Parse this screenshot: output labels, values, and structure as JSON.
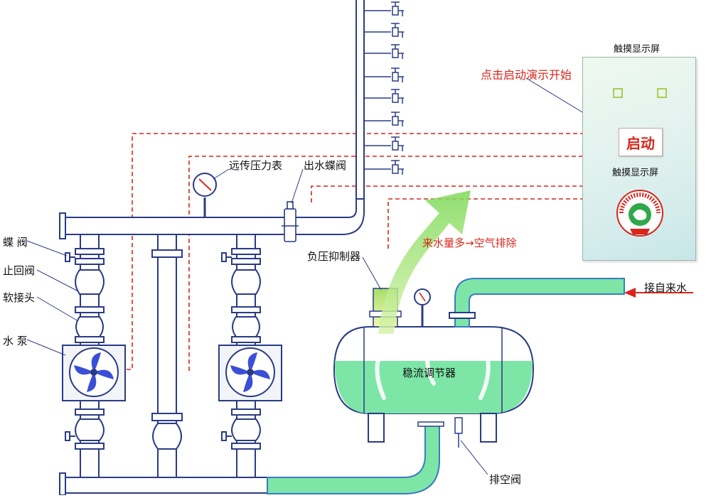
{
  "labels": {
    "butterfly_valve": "蝶  阀",
    "check_valve": "止回阀",
    "soft_joint": "软接头",
    "water_pump": "水  泵",
    "remote_gauge": "远传压力表",
    "outlet_valve": "出水蝶阀",
    "negative_pressure": "负压抑制器",
    "stabilizer": "稳流调节器",
    "tap_water": "接自来水",
    "air_valve": "排空阀",
    "air_exhaust": "来水量多→空气排除",
    "click_start": "点击启动演示开始",
    "panel_title": "触摸显示屏",
    "panel_sub": "触摸显示屏",
    "start_button": "启动"
  },
  "colors": {
    "pipe_stroke": "#2a3b86",
    "water": "#7de6a6",
    "dashed_line": "#d8261b",
    "accent_red": "#d8261b"
  },
  "icons": {
    "pump": "pump-fan-icon",
    "gauge": "pressure-gauge-icon",
    "logo": "changsha-water-association-logo"
  }
}
